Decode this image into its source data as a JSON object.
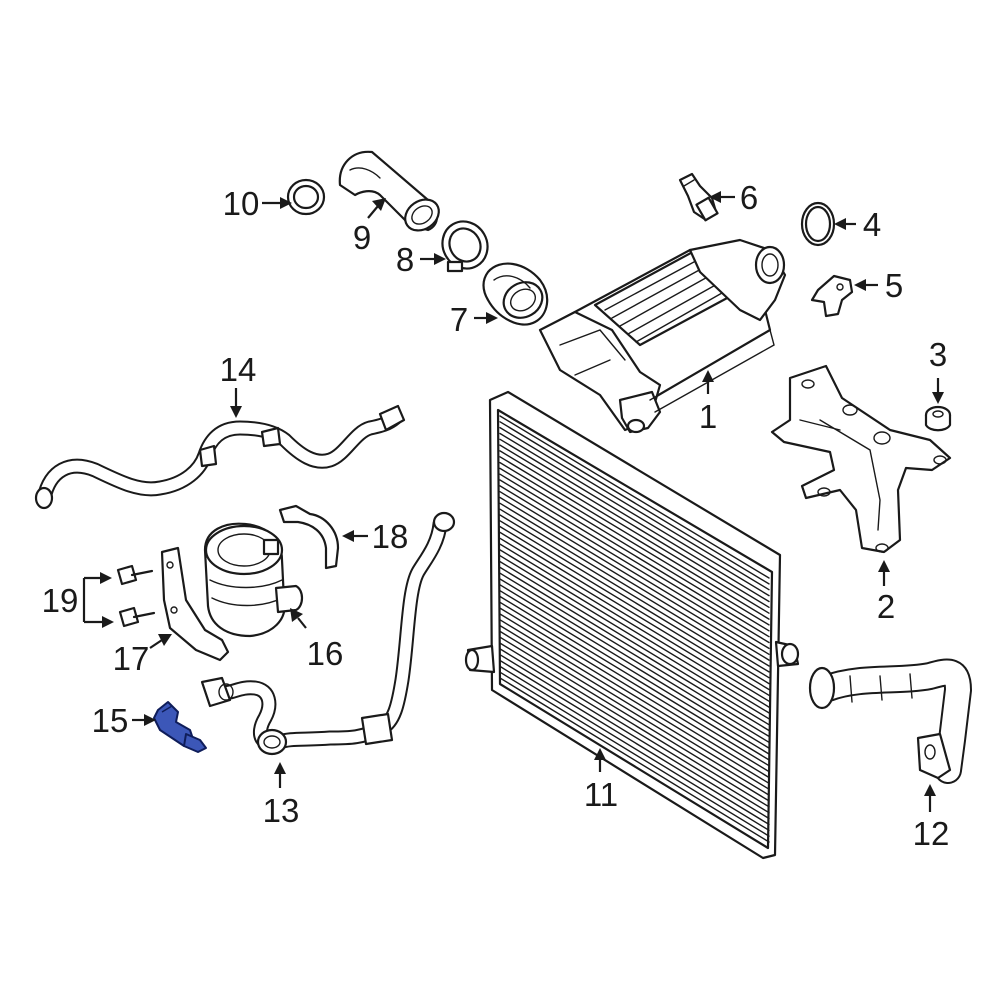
{
  "diagram": {
    "highlight_color": "#3c57b8",
    "line_color": "#1a1a1a",
    "callouts": [
      {
        "id": "1",
        "label": "1"
      },
      {
        "id": "2",
        "label": "2"
      },
      {
        "id": "3",
        "label": "3"
      },
      {
        "id": "4",
        "label": "4"
      },
      {
        "id": "5",
        "label": "5"
      },
      {
        "id": "6",
        "label": "6"
      },
      {
        "id": "7",
        "label": "7"
      },
      {
        "id": "8",
        "label": "8"
      },
      {
        "id": "9",
        "label": "9"
      },
      {
        "id": "10",
        "label": "10"
      },
      {
        "id": "11",
        "label": "11"
      },
      {
        "id": "12",
        "label": "12"
      },
      {
        "id": "13",
        "label": "13"
      },
      {
        "id": "14",
        "label": "14"
      },
      {
        "id": "15",
        "label": "15"
      },
      {
        "id": "16",
        "label": "16"
      },
      {
        "id": "17",
        "label": "17"
      },
      {
        "id": "18",
        "label": "18"
      },
      {
        "id": "19",
        "label": "19"
      }
    ]
  }
}
